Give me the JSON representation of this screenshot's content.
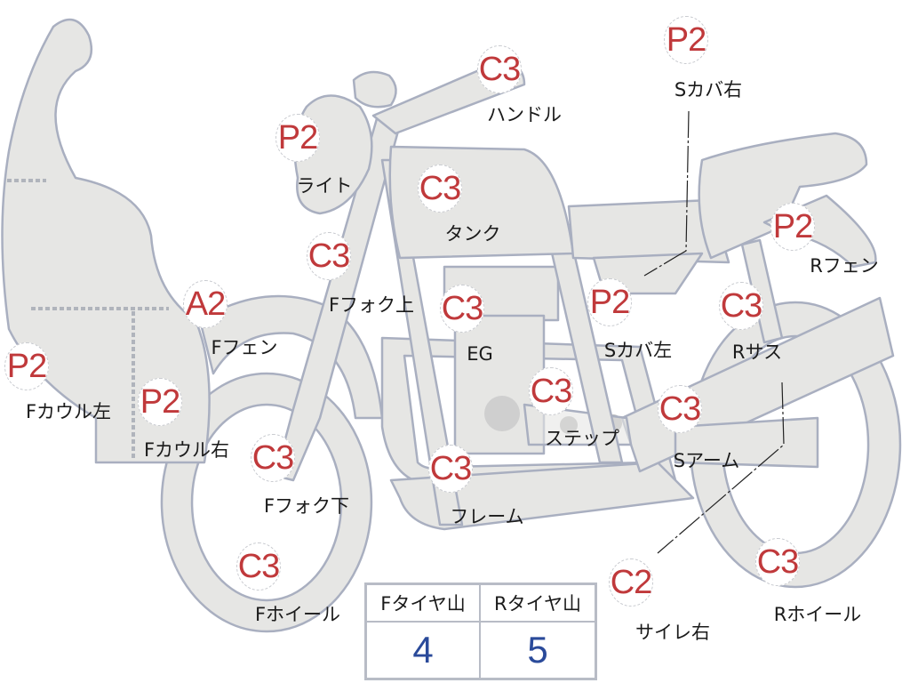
{
  "colors": {
    "part_fill": "#e6e6e4",
    "part_stroke": "#a9afc0",
    "grade": "#c0393b",
    "tread": "#2a4a9a"
  },
  "parts": [
    {
      "grade": "P2",
      "name": "ライト"
    },
    {
      "grade": "C3",
      "name": "ハンドル"
    },
    {
      "grade": "P2",
      "name": "Sカバ右"
    },
    {
      "grade": "C3",
      "name": "タンク"
    },
    {
      "grade": "P2",
      "name": "Rフェン"
    },
    {
      "grade": "C3",
      "name": "Fフォク上"
    },
    {
      "grade": "A2",
      "name": "Fフェン"
    },
    {
      "grade": "C3",
      "name": "EG"
    },
    {
      "grade": "P2",
      "name": "Sカバ左"
    },
    {
      "grade": "C3",
      "name": "Rサス"
    },
    {
      "grade": "P2",
      "name": "Fカウル左"
    },
    {
      "grade": "P2",
      "name": "Fカウル右"
    },
    {
      "grade": "C3",
      "name": "ステップ"
    },
    {
      "grade": "C3",
      "name": "Sアーム"
    },
    {
      "grade": "C3",
      "name": "Fフォク下"
    },
    {
      "grade": "C3",
      "name": "フレーム"
    },
    {
      "grade": "C3",
      "name": "Fホイール"
    },
    {
      "grade": "C2",
      "name": "サイレ右"
    },
    {
      "grade": "C3",
      "name": "Rホイール"
    }
  ],
  "tire_table": {
    "headers": [
      "Fタイヤ山",
      "Rタイヤ山"
    ],
    "values": [
      "4",
      "5"
    ]
  }
}
